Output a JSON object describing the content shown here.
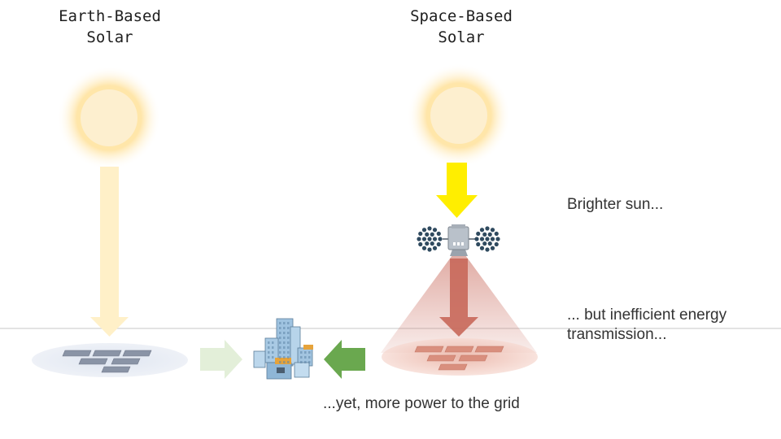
{
  "titles": {
    "earth": [
      "Earth-Based",
      "Solar"
    ],
    "space": [
      "Space-Based",
      "Solar"
    ]
  },
  "captions": {
    "brighter": "Brighter sun...",
    "inefficient": [
      "... but inefficient energy",
      "transmission..."
    ],
    "grid": "...yet, more power to the grid"
  },
  "icons": {
    "earth_sun": "sun-icon",
    "space_sun": "sun-icon",
    "satellite": "satellite-icon",
    "city": "city-buildings-icon",
    "earth_panels": "solar-panel-array-icon",
    "receiver_panels": "solar-panel-array-icon"
  },
  "colors": {
    "sun_glow": "#ffe7a6",
    "earth_beam": "#fff0c8",
    "space_beam": "#ffee00",
    "transmission": "#c8685a",
    "grid_arrow": "#6aa84f",
    "faded_arrow": "#e3efd9"
  }
}
